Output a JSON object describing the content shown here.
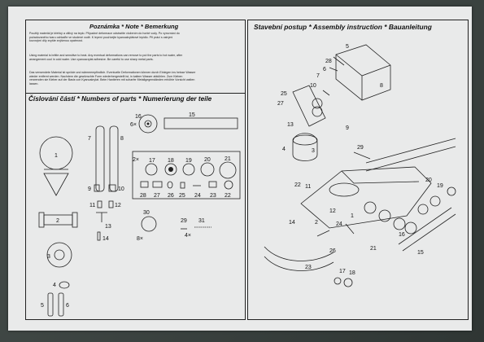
{
  "note_panel": {
    "title": "Poznámka * Note * Bemerkung",
    "para_cz": "Použitý materiál je křehký a citlivý na teplo. Případné deformace odstraňte vložením do horké vody. Po vyrovnání do požadovaného tvaru ochlaďte ve studené vodě. K lepení používejte kyanoakrylátové lepidlo. Při práci s ostrými kovovými díly zvyšte zvýšenou opatrnost.",
    "para_en": "Using material is brittle and sensitive to heat. Any eventual deformations can remove to put the parts to hot water, after arrangement cool in cold water. Use cyanoacrylat adhesive. Be careful to use sharp metal parts.",
    "para_de": "Das verwendete Material ist spröde und wärmeempfindlich. Eventuelle Deformationen können durch Einlegen ins heisse Wasser wieder entfernt werden. Nachdem die gewünschte Form wiederhergestellt ist, in kaltem Wasser abkühlen. Zum Kleben verwenden sie Kleber auf der Basis von Kyanoakrylat. Beim Hantieren mit scharfer Metallgegenständen erhöhte Vorsicht walten lassen."
  },
  "parts_panel": {
    "title": "Číslování částí * Numbers of parts * Numerierung der teile",
    "labels": {
      "p1": "1",
      "p2": "2",
      "p3": "3",
      "p4": "4",
      "p5": "5",
      "p6": "6",
      "p7": "7",
      "p8": "8",
      "p9": "9",
      "p10": "10",
      "p11": "11",
      "p12": "12",
      "p13": "13",
      "p14": "14",
      "p15": "15",
      "p16": "16",
      "p17": "17",
      "p18": "18",
      "p19": "19",
      "p20": "20",
      "p21": "21",
      "p22": "22",
      "p23": "23",
      "p24": "24",
      "p25": "25",
      "p26": "26",
      "p27": "27",
      "p28": "28",
      "p29": "29",
      "p30": "30",
      "p31": "31",
      "q6x": "6×",
      "q2x": "2×",
      "q8x": "8×",
      "q4x": "4×"
    }
  },
  "assembly_panel": {
    "title": "Stavební postup * Assembly instruction * Bauanleitung",
    "callouts": [
      "5",
      "8",
      "28",
      "6",
      "7",
      "25",
      "10",
      "27",
      "9",
      "13",
      "4",
      "3",
      "29",
      "22",
      "11",
      "20",
      "19",
      "12",
      "14",
      "26",
      "24",
      "16",
      "2",
      "1",
      "21",
      "15",
      "23",
      "17",
      "18"
    ]
  }
}
